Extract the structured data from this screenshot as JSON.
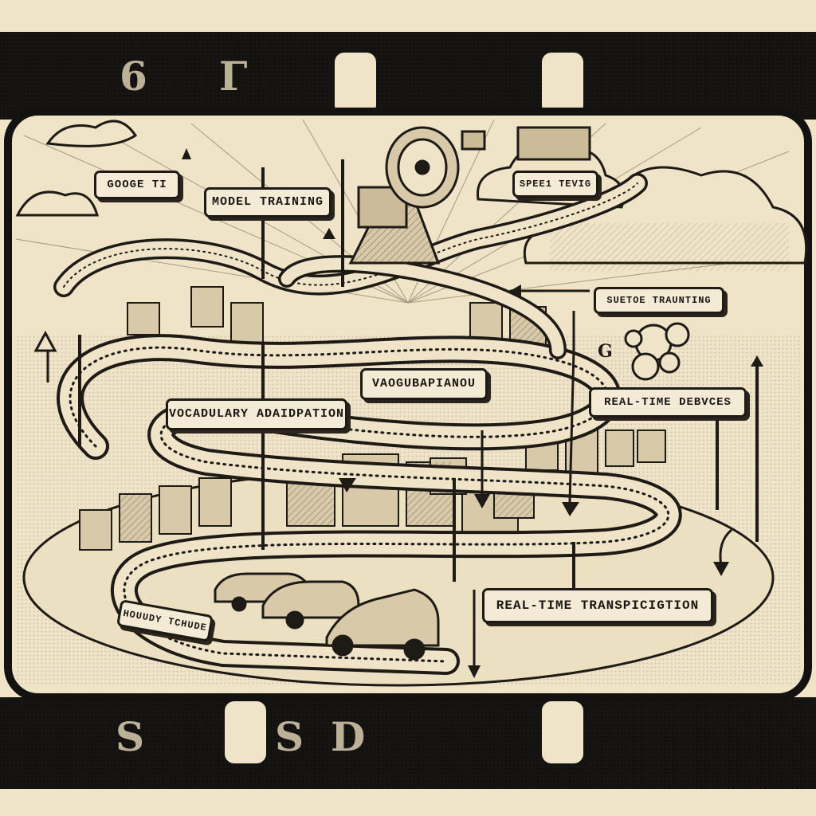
{
  "labels": {
    "google_tile": "GOOGE TI",
    "model_training": "MODEL TRAINING",
    "speech_tuning": "SPEE1 TEVIG",
    "vocab_adaptation_upper": "VAOGUBAPIANOU",
    "vocab_adaptation": "VOCADULARY ADAIDPATION",
    "speech_training": "SUETOE TRAUNTING",
    "realtime_devices": "REAL-TIME DEBVCES",
    "realtime_transcription": "REAL-TIME TRANSPICIGTION",
    "bottom_belt": "HOUUDY TCHUDE"
  },
  "film_marks": {
    "top_left": "6",
    "top_mid": "Γ",
    "bottom_left": "S",
    "bottom_mid": "S",
    "bottom_right": "D"
  },
  "colors": {
    "paper": "#efe3c8",
    "film": "#141210",
    "ink": "#1e1a15",
    "label_fill": "#f4ebd6"
  }
}
